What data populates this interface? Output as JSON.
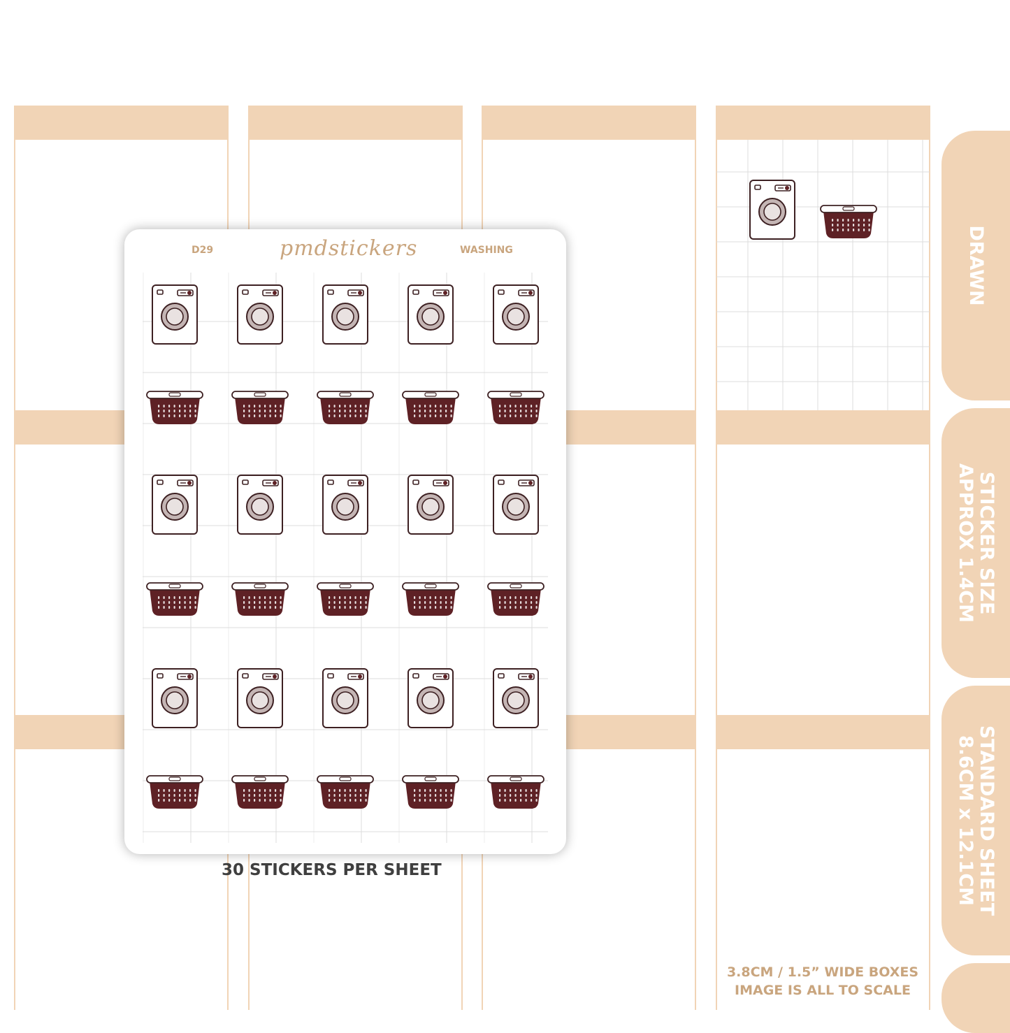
{
  "sheet": {
    "code": "D29",
    "brand": "pmdstickers",
    "title": "WASHING"
  },
  "caption": "30 STICKERS PER SHEET",
  "tabs": [
    {
      "lines": [
        "DRAWN"
      ]
    },
    {
      "lines": [
        "STICKER SIZE",
        "APPROX 1.4CM"
      ]
    },
    {
      "lines": [
        "STANDARD SHEET",
        "8.6CM x 12.1CM"
      ]
    }
  ],
  "footnote": [
    "3.8CM / 1.5” WIDE BOXES",
    "IMAGE IS ALL TO SCALE"
  ],
  "stickers": {
    "count": 30,
    "columns": 5,
    "rows": [
      "washing-machine",
      "laundry-basket",
      "washing-machine",
      "laundry-basket",
      "washing-machine",
      "laundry-basket"
    ]
  },
  "colors": {
    "band": "#f1d4b6",
    "gold_text": "#c9a57e",
    "basket": "#5e2125",
    "machine_outline": "#3d2022",
    "drum": "#c4b5b4",
    "grid": "#dcdcdc"
  }
}
